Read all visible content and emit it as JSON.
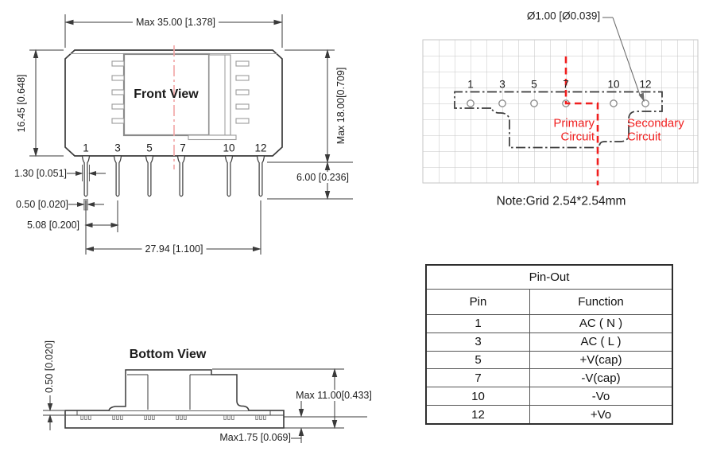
{
  "front_view": {
    "title": "Front View",
    "pins": [
      "1",
      "3",
      "5",
      "7",
      "10",
      "12"
    ],
    "dims": {
      "width": "Max 35.00 [1.378]",
      "height_left": "16.45 [0.648]",
      "height_right": "Max 18.00[0.709]",
      "pin_length": "6.00 [0.236]",
      "lead_width": "1.30 [0.051]",
      "lead_thickness": "0.50 [0.020]",
      "pin_pitch": "5.08 [0.200]",
      "pin_span": "27.94 [1.100]"
    }
  },
  "footprint": {
    "hole_diameter": "Ø1.00 [Ø0.039]",
    "pins": [
      "1",
      "3",
      "5",
      "7",
      "10",
      "12"
    ],
    "primary_line1": "Primary",
    "primary_line2": "Circuit",
    "secondary_line1": "Secondary",
    "secondary_line2": "Circuit",
    "note": "Note:Grid 2.54*2.54mm"
  },
  "bottom_view": {
    "title": "Bottom View",
    "dims": {
      "standoff": "0.50 [0.020]",
      "height": "Max 11.00[0.433]",
      "base": "Max1.75 [0.069]"
    }
  },
  "pinout_table": {
    "title": "Pin-Out",
    "col_pin": "Pin",
    "col_function": "Function",
    "rows": [
      {
        "pin": "1",
        "function": "AC ( N )"
      },
      {
        "pin": "3",
        "function": "AC ( L )"
      },
      {
        "pin": "5",
        "function": "+V(cap)"
      },
      {
        "pin": "7",
        "function": "-V(cap)"
      },
      {
        "pin": "10",
        "function": "-Vo"
      },
      {
        "pin": "12",
        "function": "+Vo"
      }
    ]
  },
  "colors": {
    "line": "#3a3a3a",
    "red": "#f01e1e",
    "pink_centerline": "#f2a5a5",
    "grid": "#c6c6c6"
  }
}
